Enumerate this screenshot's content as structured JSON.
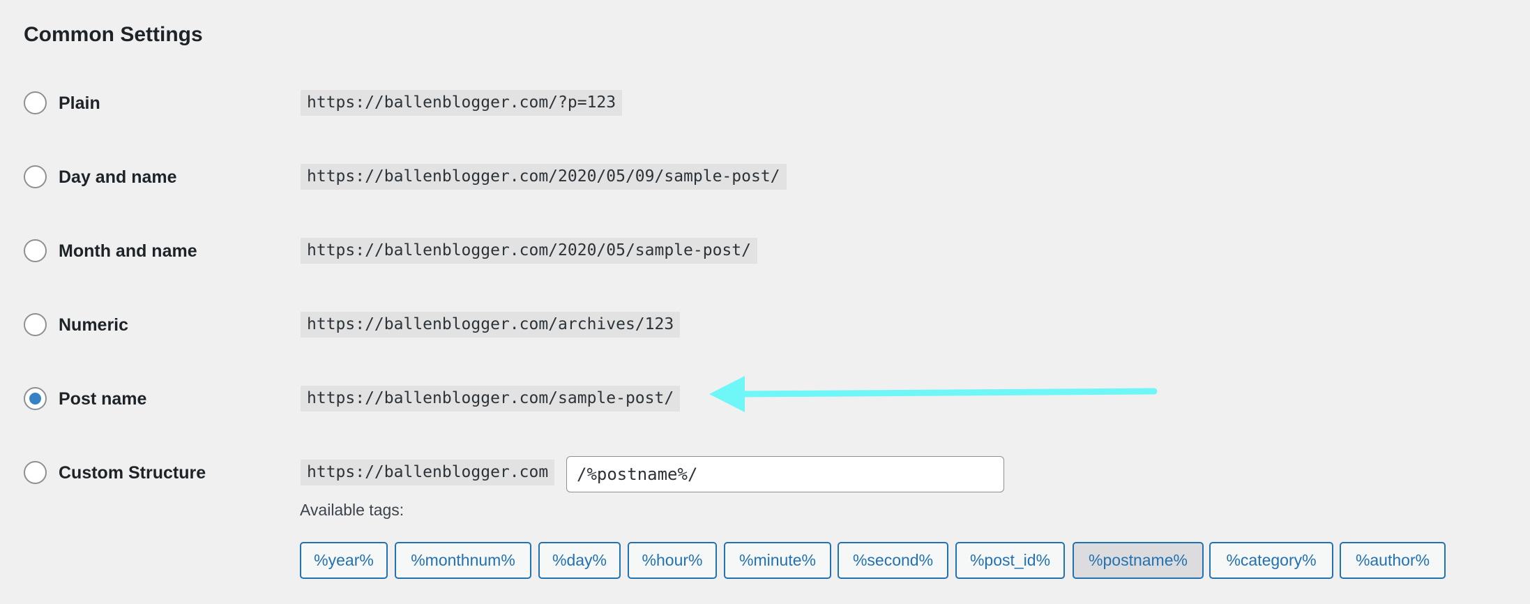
{
  "section": {
    "title": "Common Settings"
  },
  "options": [
    {
      "label": "Plain",
      "sample": "https://ballenblogger.com/?p=123",
      "checked": false
    },
    {
      "label": "Day and name",
      "sample": "https://ballenblogger.com/2020/05/09/sample-post/",
      "checked": false
    },
    {
      "label": "Month and name",
      "sample": "https://ballenblogger.com/2020/05/sample-post/",
      "checked": false
    },
    {
      "label": "Numeric",
      "sample": "https://ballenblogger.com/archives/123",
      "checked": false
    },
    {
      "label": "Post name",
      "sample": "https://ballenblogger.com/sample-post/",
      "checked": true
    },
    {
      "label": "Custom Structure",
      "sample": "https://ballenblogger.com",
      "checked": false
    }
  ],
  "custom_structure": {
    "value": "/%postname%/"
  },
  "available_tags": {
    "label": "Available tags:",
    "tags": [
      "%year%",
      "%monthnum%",
      "%day%",
      "%hour%",
      "%minute%",
      "%second%",
      "%post_id%",
      "%postname%",
      "%category%",
      "%author%"
    ],
    "active_tag": "%postname%"
  },
  "colors": {
    "accent": "#2271b1",
    "radio_checked": "#3582c4",
    "annotation_arrow": "#6ff7f7",
    "background": "#f0f0f1"
  }
}
